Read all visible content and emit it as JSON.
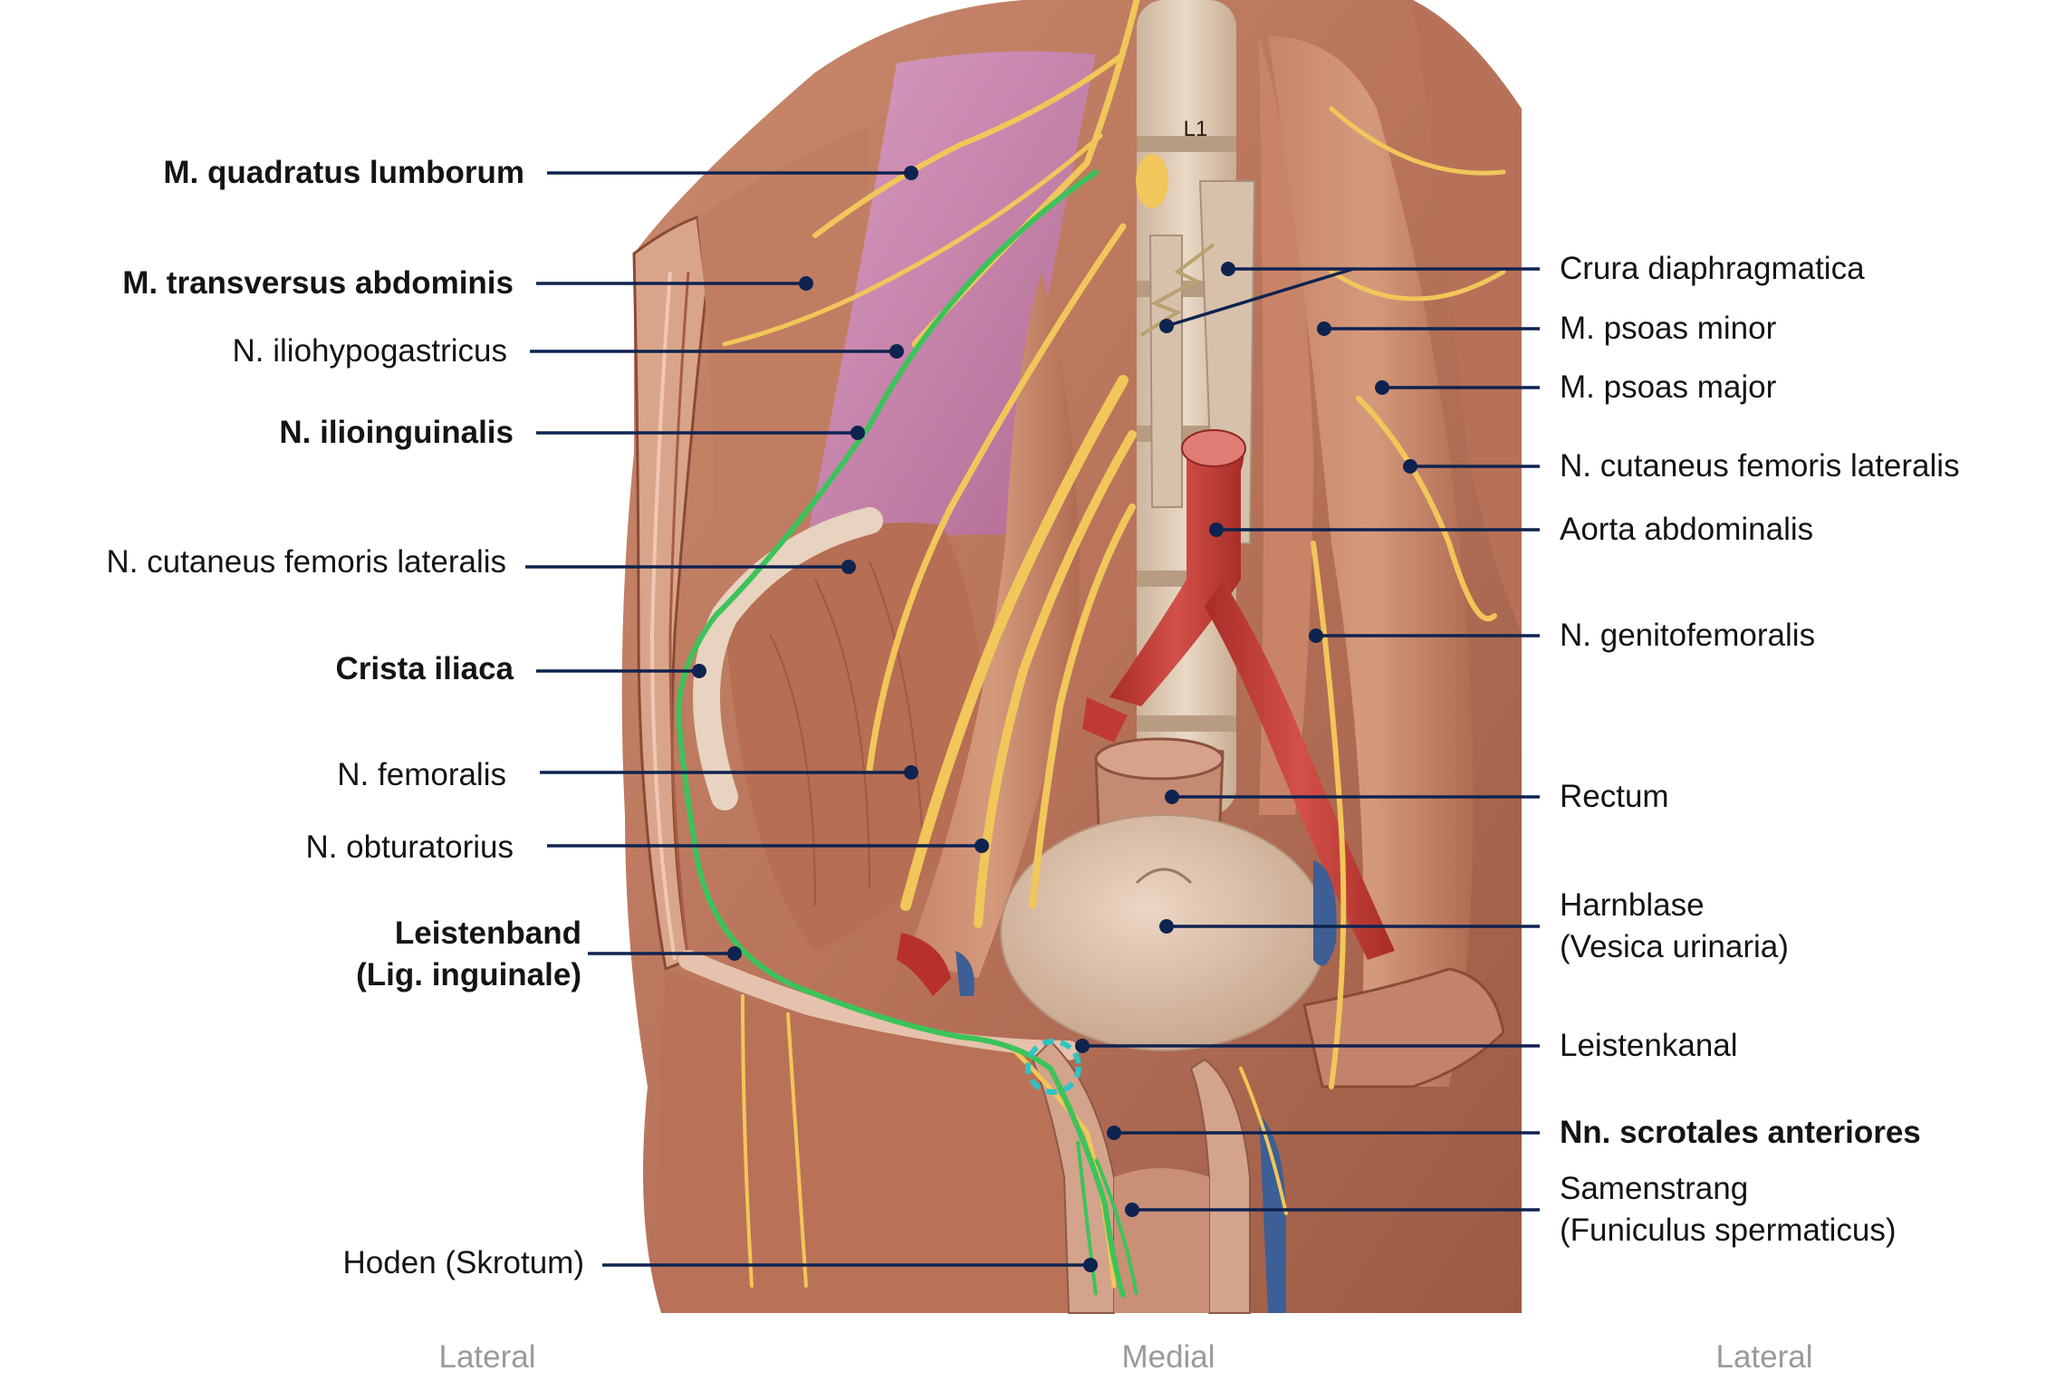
{
  "colors": {
    "leader": "#0f2350",
    "nerve": "#f1c65a",
    "highlight_nerve": "#3cc35a",
    "artery": "#c23c34",
    "vein": "#3d5f95",
    "muscle": "#b8735a",
    "quadratus": "#c67fa6",
    "bone": "#ddc9b3",
    "ring_marker": "#2ec4c4"
  },
  "vertebra_label": "L1",
  "left_labels": [
    {
      "id": "quadratus",
      "text": "M. quadratus lumborum",
      "bold": true
    },
    {
      "id": "transversus",
      "text": "M. transversus abdominis",
      "bold": true
    },
    {
      "id": "iliohypo",
      "text": "N. iliohypogastricus",
      "bold": false
    },
    {
      "id": "ilioinguinalis",
      "text": "N. ilioinguinalis",
      "bold": true
    },
    {
      "id": "cutfemL",
      "text": "N. cutaneus femoris lateralis",
      "bold": false
    },
    {
      "id": "crista",
      "text": "Crista iliaca",
      "bold": true
    },
    {
      "id": "femoralis",
      "text": "N. femoralis",
      "bold": false
    },
    {
      "id": "obturatorius",
      "text": "N. obturatorius",
      "bold": false
    },
    {
      "id": "leistenband",
      "text": "Leistenband",
      "text2": "(Lig. inguinale)",
      "bold": true
    },
    {
      "id": "hoden",
      "text": "Hoden (Skrotum)",
      "bold": false
    }
  ],
  "right_labels": [
    {
      "id": "crura",
      "text": "Crura diaphragmatica",
      "bold": false
    },
    {
      "id": "psoasminor",
      "text": "M. psoas minor",
      "bold": false
    },
    {
      "id": "psoasmajor",
      "text": "M. psoas major",
      "bold": false
    },
    {
      "id": "cutfemR",
      "text": "N. cutaneus femoris lateralis",
      "bold": false
    },
    {
      "id": "aorta",
      "text": "Aorta abdominalis",
      "bold": false
    },
    {
      "id": "genito",
      "text": "N. genitofemoralis",
      "bold": false
    },
    {
      "id": "rectum",
      "text": "Rectum",
      "bold": false
    },
    {
      "id": "harnblase",
      "text": "Harnblase",
      "text2": "(Vesica urinaria)",
      "bold": false
    },
    {
      "id": "leistenkanal",
      "text": "Leistenkanal",
      "bold": false
    },
    {
      "id": "scrotales",
      "text": "Nn. scrotales anteriores",
      "bold": true
    },
    {
      "id": "samenstrang",
      "text": "Samenstrang",
      "text2": "(Funiculus spermaticus)",
      "bold": false
    }
  ],
  "orientation": [
    {
      "id": "lateral-left",
      "text": "Lateral"
    },
    {
      "id": "medial",
      "text": "Medial"
    },
    {
      "id": "lateral-right",
      "text": "Lateral"
    }
  ]
}
